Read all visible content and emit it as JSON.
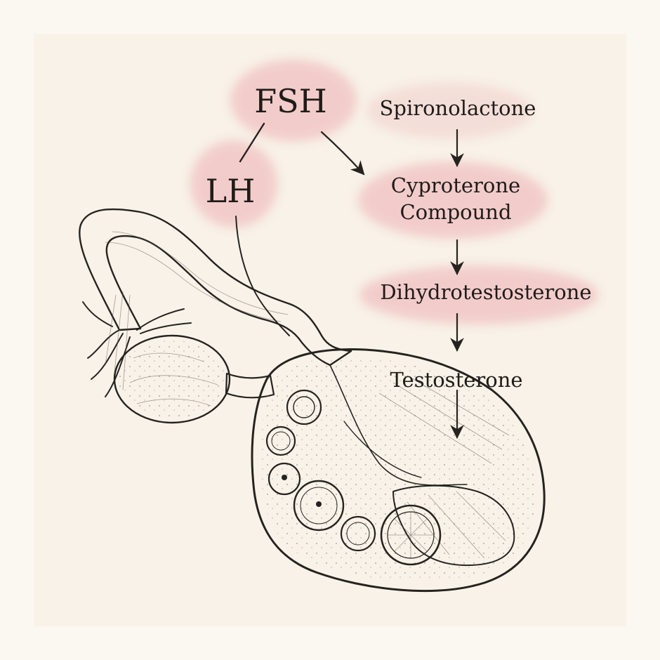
{
  "labels": {
    "fsh": "FSH",
    "lh": "LH",
    "spironolactone": "Spironolactone",
    "cyproterone_line1": "Cyproterone",
    "cyproterone_line2": "Compound",
    "dihydrotestosterone": "Dihydrotestosterone",
    "testosterone": "Testosterone"
  },
  "colors": {
    "background": "#fbf8f1",
    "panel": "#f8f2e8",
    "blob": "#f1c6c6",
    "ink": "#26231f",
    "ovary_fill": "#f3eee4",
    "medulla_fill": "#6e625a"
  },
  "icons": {
    "arrow": "down-arrow-icon"
  }
}
